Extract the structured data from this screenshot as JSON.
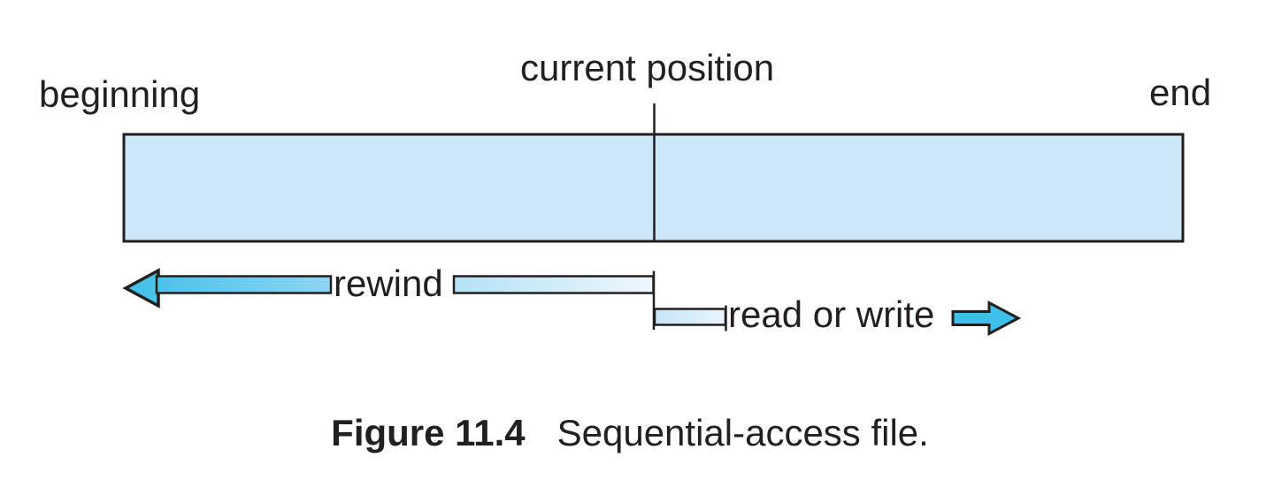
{
  "figure": {
    "type": "sequential-access-file-diagram",
    "labels": {
      "beginning": "beginning",
      "current_position": "current position",
      "end": "end",
      "rewind": "rewind",
      "read_or_write": "read or write"
    },
    "caption": {
      "figure_number": "Figure 11.4",
      "title": "Sequential-access file."
    },
    "colors": {
      "outline": "#231f20",
      "text": "#231f20",
      "file_fill": "#cbe7f8",
      "arrow_cyan": "#3ec0ea",
      "arrow_mid": "#9ad8f3",
      "arrow_fade": "#eef7fd",
      "read_shaft_start": "#c6e5f7",
      "read_shaft_end": "#e9f5fc"
    }
  }
}
